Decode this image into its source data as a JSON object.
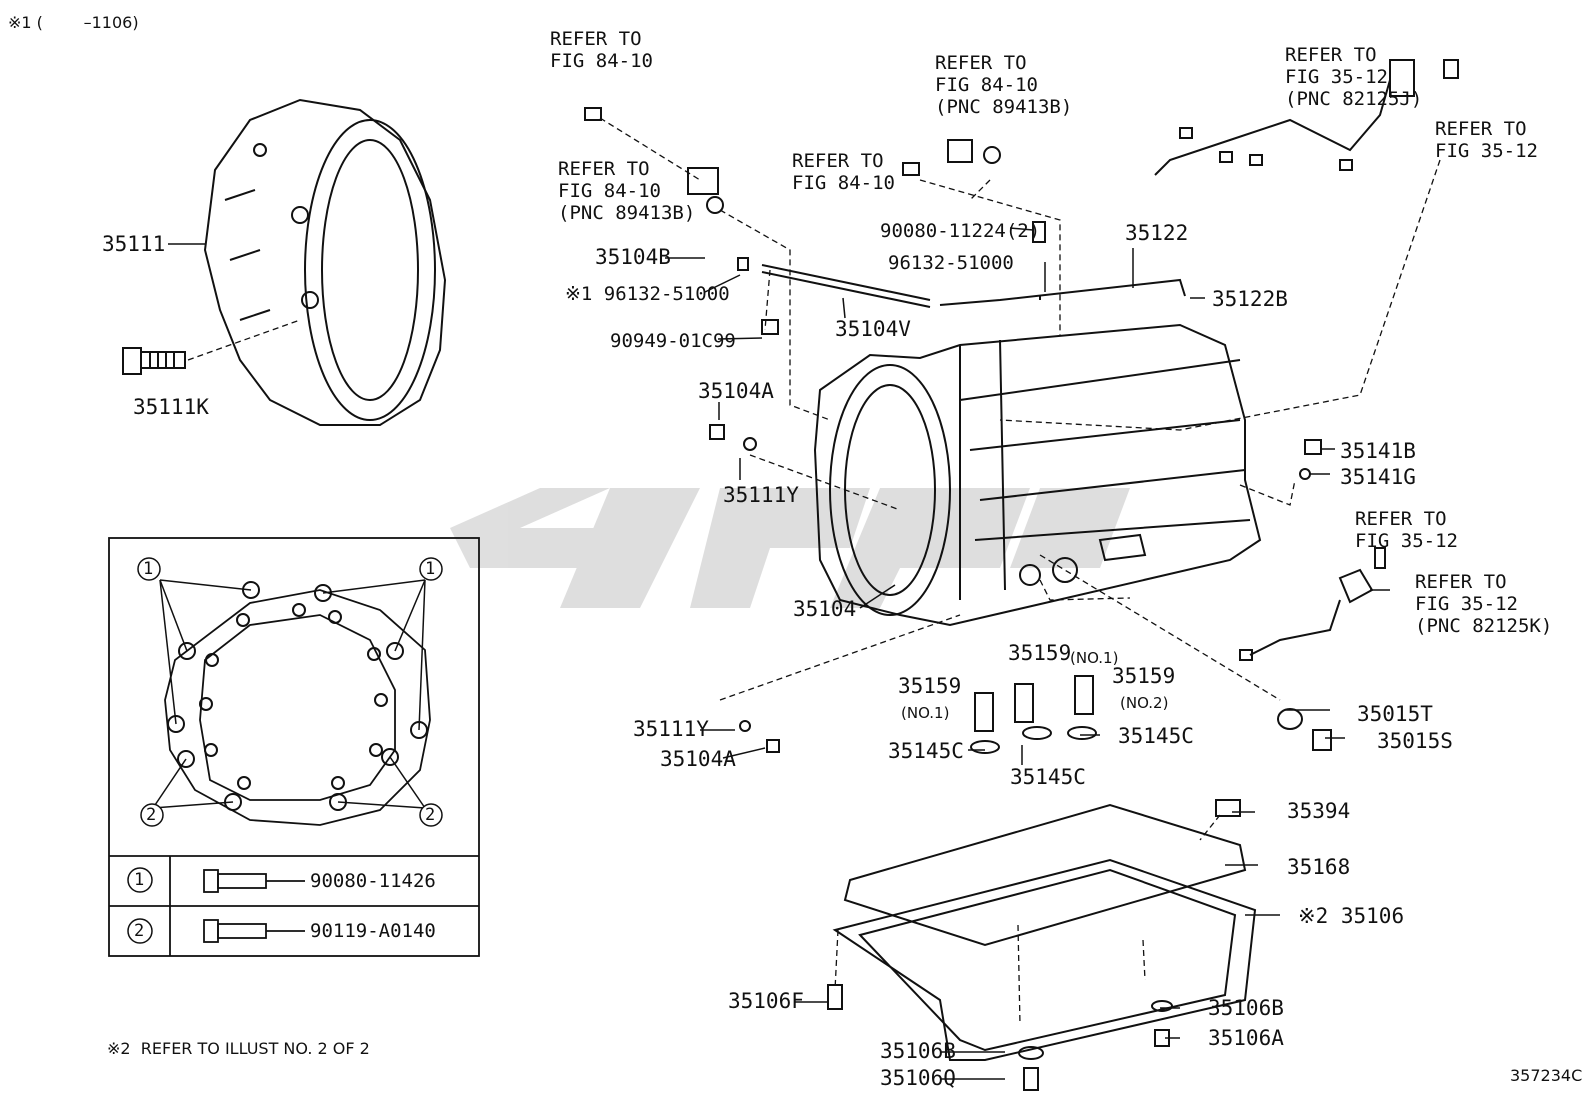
{
  "header_note": "※1 (        –1106)",
  "diagram_id": "357234C",
  "footnote": "※2  REFER TO ILLUST NO. 2 OF 2",
  "refs": {
    "r1": "REFER TO\nFIG 84-10",
    "r2": "REFER TO\nFIG 84-10\n(PNC 89413B)",
    "r3": "REFER TO\nFIG 84-10\n(PNC 89413B)",
    "r4": "REFER TO\nFIG 84-10",
    "r5": "REFER TO\nFIG 35-12\n(PNC 82125J)",
    "r6": "REFER TO\nFIG 35-12",
    "r7": "REFER TO\nFIG 35-12",
    "r8": "REFER TO\nFIG 35-12\n(PNC 82125K)"
  },
  "parts": {
    "p35111": "35111",
    "p35111K": "35111K",
    "p35104B": "35104B",
    "p96132a": "※1 96132-51000",
    "p90949": "90949-01C99",
    "p35104V": "35104V",
    "p90080": "90080-11224(2)",
    "p96132b": "96132-51000",
    "p35122": "35122",
    "p35122B": "35122B",
    "p35104A_top": "35104A",
    "p35111Y_top": "35111Y",
    "p35141B": "35141B",
    "p35141G": "35141G",
    "p35104": "35104",
    "p35159_no1_top": "35159",
    "p35159_no1_top_sub": "(NO.1)",
    "p35159_left": "35159",
    "p35159_left_sub": "(NO.1)",
    "p35159_right": "35159",
    "p35159_right_sub": "(NO.2)",
    "p35145C_left": "35145C",
    "p35145C_right": "35145C",
    "p35145C_bottom": "35145C",
    "p35111Y_bottom": "35111Y",
    "p35104A_bottom": "35104A",
    "p35015T": "35015T",
    "p35015S": "35015S",
    "p35394": "35394",
    "p35168": "35168",
    "p35106": "※2 35106",
    "p35106F": "35106F",
    "p35106B_right": "35106B",
    "p35106A": "35106A",
    "p35106B_bottom": "35106B",
    "p35106Q": "35106Q"
  },
  "inset": {
    "callout_1": "1",
    "callout_2": "2",
    "rows": [
      {
        "num": "1",
        "part": "90080-11426"
      },
      {
        "num": "2",
        "part": "90119-A0140"
      }
    ]
  }
}
